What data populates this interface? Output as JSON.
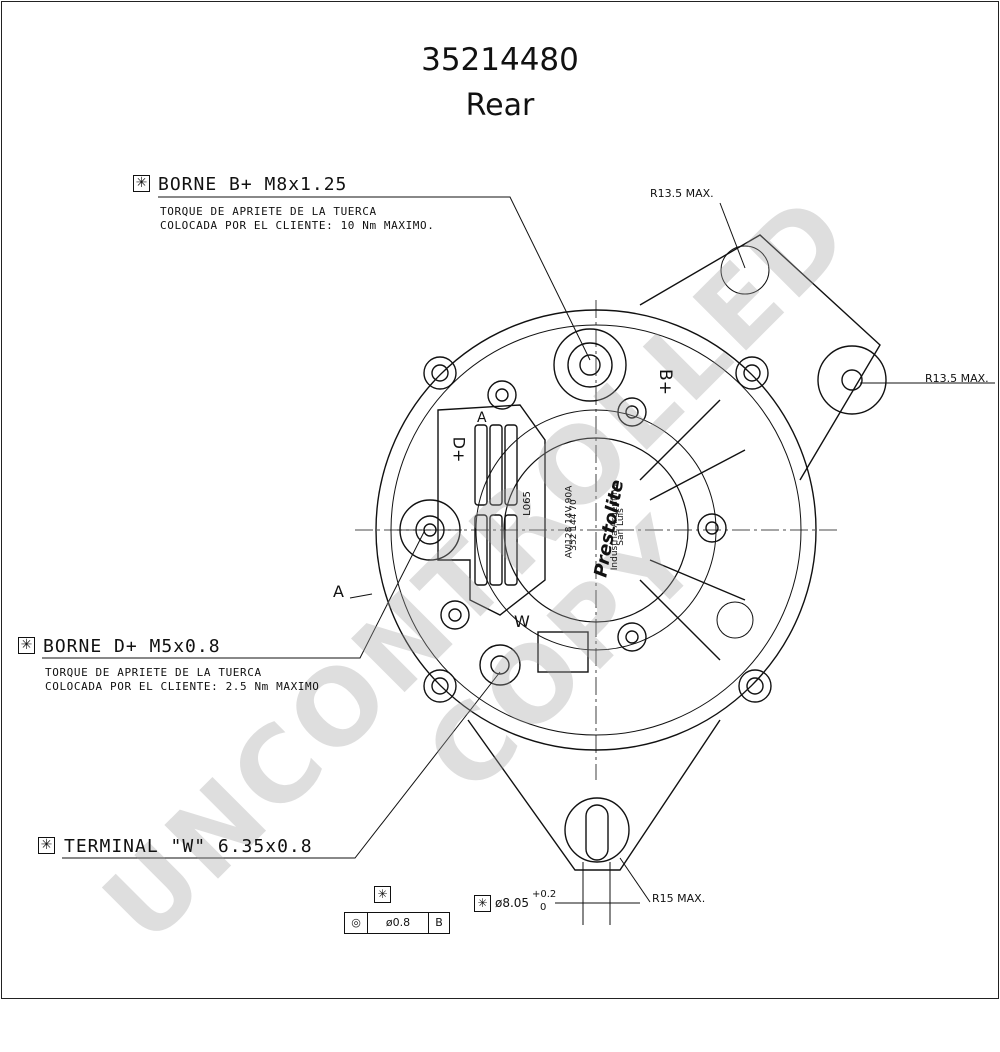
{
  "title": {
    "part_number": "35214480",
    "view": "Rear"
  },
  "callouts": {
    "borne_b": {
      "symbol": "✳",
      "label": "BORNE B+ M8x1.25",
      "note_line1": "TORQUE DE APRIETE DE LA TUERCA",
      "note_line2": "COLOCADA POR EL CLIENTE: 10 Nm MAXIMO."
    },
    "borne_d": {
      "symbol": "✳",
      "label": "BORNE D+ M5x0.8",
      "note_line1": "TORQUE DE APRIETE DE LA TUERCA",
      "note_line2": "COLOCADA POR EL CLIENTE: 2.5 Nm MAXIMO"
    },
    "terminal_w": {
      "symbol": "✳",
      "label": "TERMINAL \"W\" 6.35x0.8"
    }
  },
  "dimensions": {
    "r_top": "R13.5 MAX.",
    "r_right": "R13.5 MAX.",
    "r_bottom": "R15 MAX.",
    "diameter": "ø8.05",
    "tol_plus": "+0.2",
    "tol_zero": "0",
    "tol_frame": {
      "symbol": "◎",
      "value": "ø0.8",
      "datum": "B"
    },
    "tol_star": "✳"
  },
  "markings": {
    "section_a": "A",
    "d_plus": "D+",
    "b_plus": "B+",
    "w_label": "W",
    "label_code": "L065",
    "brand": "Prestolite",
    "spec_line1": "AVI128 14V 90A",
    "spec_line2": "352 144 70",
    "origin_line1": "Industria Argentina",
    "origin_line2": "San Luis"
  },
  "watermark": "UNCONTROLLED COPY"
}
